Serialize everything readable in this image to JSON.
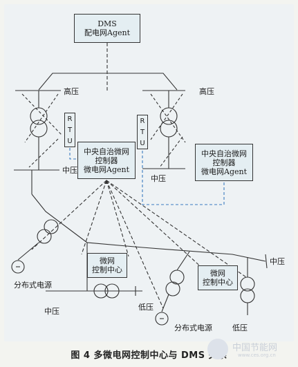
{
  "dms_box": {
    "line1": "DMS",
    "line2": "配电网Agent"
  },
  "central_left": {
    "line1": "中央自治微网",
    "line2": "控制器",
    "line3": "微电网Agent"
  },
  "central_right": {
    "line1": "中央自治微网",
    "line2": "控制器",
    "line3": "微电网Agent"
  },
  "mg_left": {
    "line1": "微网",
    "line2": "控制中心"
  },
  "mg_right": {
    "line1": "微网",
    "line2": "控制中心"
  },
  "rtu_letters": [
    "R",
    "T",
    "U"
  ],
  "labels": {
    "hv_left": "高压",
    "hv_right": "高压",
    "mv_left": "中压",
    "mv_center": "中压",
    "mv_right": "中压",
    "mv_bottom_left": "中压",
    "lv_left": "低压",
    "lv_right": "低压",
    "dg_left": "分布式电源",
    "dg_right": "分布式电源"
  },
  "caption": "图 4   多微电网控制中心与 DMS 关系",
  "watermark": {
    "text": "中国节能网",
    "url": "www.ces.org.cn"
  },
  "colors": {
    "line": "#333333",
    "comm": "#3a7bbf",
    "box_fill": "#e4eef2"
  }
}
